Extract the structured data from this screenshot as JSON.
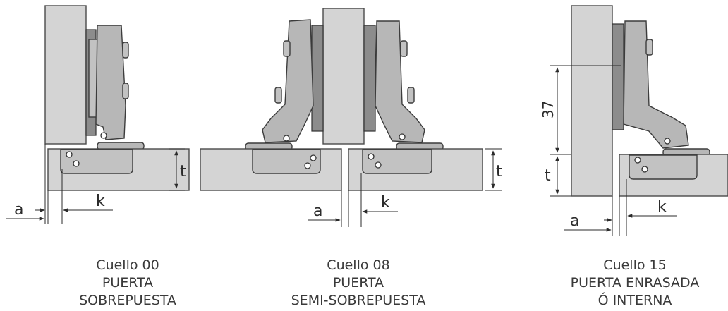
{
  "figures": [
    {
      "id": "cuello-00",
      "caption": [
        "Cuello 00",
        "PUERTA",
        "SOBREPUESTA"
      ],
      "labels": {
        "t": "t",
        "a": "a",
        "k": "k"
      }
    },
    {
      "id": "cuello-08",
      "caption": [
        "Cuello 08",
        "PUERTA",
        "SEMI-SOBREPUESTA"
      ],
      "labels": {
        "t": "t",
        "a": "a",
        "k": "k"
      }
    },
    {
      "id": "cuello-15",
      "caption": [
        "Cuello 15",
        "PUERTA ENRASADA",
        "Ó INTERNA"
      ],
      "labels": {
        "t": "t",
        "a": "a",
        "k": "k",
        "height": "37"
      }
    }
  ]
}
